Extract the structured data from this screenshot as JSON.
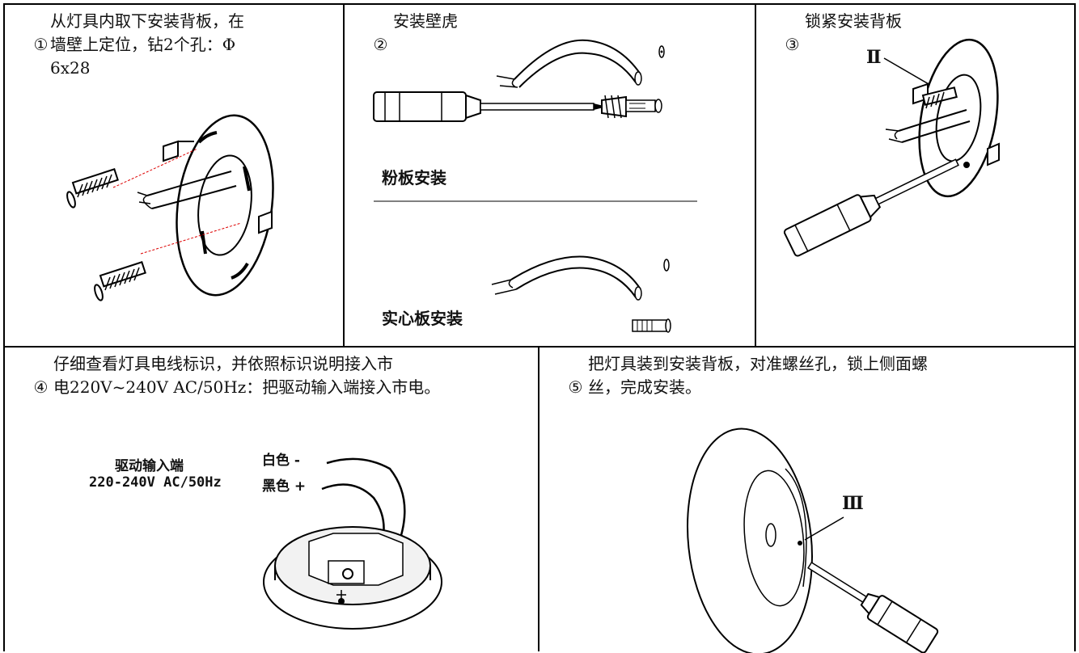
{
  "steps": [
    {
      "num": "①",
      "text": "从灯具内取下安装背板，在\n墙壁上定位，钻2个孔：Φ\n6x28"
    },
    {
      "num": "②",
      "text": "安装壁虎"
    },
    {
      "num": "③",
      "text": "锁紧安装背板"
    },
    {
      "num": "④",
      "text": "仔细查看灯具电线标识，并依照标识说明接入市\n电220V~240V AC/50Hz：把驱动输入端接入市电。"
    },
    {
      "num": "⑤",
      "text": "把灯具装到安装背板，对准螺丝孔，锁上侧面螺\n丝，完成安装。"
    }
  ],
  "step2": {
    "plaster_label": "粉板安装",
    "solid_label": "实心板安装"
  },
  "step3": {
    "marker": "Ⅱ"
  },
  "step4": {
    "driver_label": "驱动输入端",
    "voltage_label": "220-240V AC/50Hz",
    "white_wire": "白色 -",
    "black_wire": "黑色 +"
  },
  "step5": {
    "marker": "Ⅲ"
  }
}
